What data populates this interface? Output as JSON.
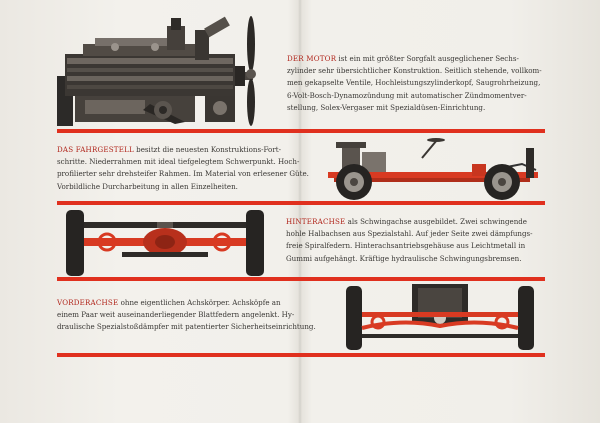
{
  "sections": {
    "motor": {
      "heading": "DER MOTOR",
      "lines": [
        " ist ein mit größter Sorgfalt ausgeglichener Sechs-",
        "zylinder sehr übersichtlicher Konstruktion. Seitlich stehende, vollkom-",
        "men gekapselte Ventile, Hochleistungszylinderkopf, Saugrohrheizung,",
        "6-Volt-Bosch-Dynamozündung mit automatischer Zündmomentver-",
        "stellung, Solex-Vergaser mit Spezialdüsen-Einrichtung."
      ]
    },
    "fahrgestell": {
      "heading": "DAS FAHRGESTELL",
      "lines": [
        " besitzt die neuesten Konstruktions-Fort-",
        "schritte. Niederrahmen mit ideal tiefgelegtem Schwerpunkt. Hoch-",
        "profilierter sehr drehsteifer Rahmen. Im Material von erlesener Güte.",
        "Vorbildliche Durcharbeitung in allen Einzelheiten."
      ]
    },
    "hinterachse": {
      "heading": "HINTERACHSE",
      "lines": [
        " als Schwingachse ausgebildet. Zwei schwingende",
        "hohle Halbachsen aus Spezialstahl. Auf jeder Seite zwei dämpfungs-",
        "freie Spiralfedern. Hinterachsantriebsgehäuse aus Leichtmetall in",
        "Gummi aufgehängt. Kräftige hydraulische Schwingungsbremsen."
      ]
    },
    "vorderachse": {
      "heading": "VORDERACHSE",
      "lines": [
        " ohne eigentlichen Achskörper. Achsköpfe an",
        "einem Paar weit auseinanderliegender Blattfedern angelenkt. Hy-",
        "draulische Spezialstoßdämpfer mit patentierter Sicherheitseinrichtung."
      ]
    }
  },
  "colors": {
    "accent_red": "#e0301e",
    "heading_red": "#b0241a",
    "body_text": "#3a3835",
    "paper": "#f2f0eb"
  }
}
